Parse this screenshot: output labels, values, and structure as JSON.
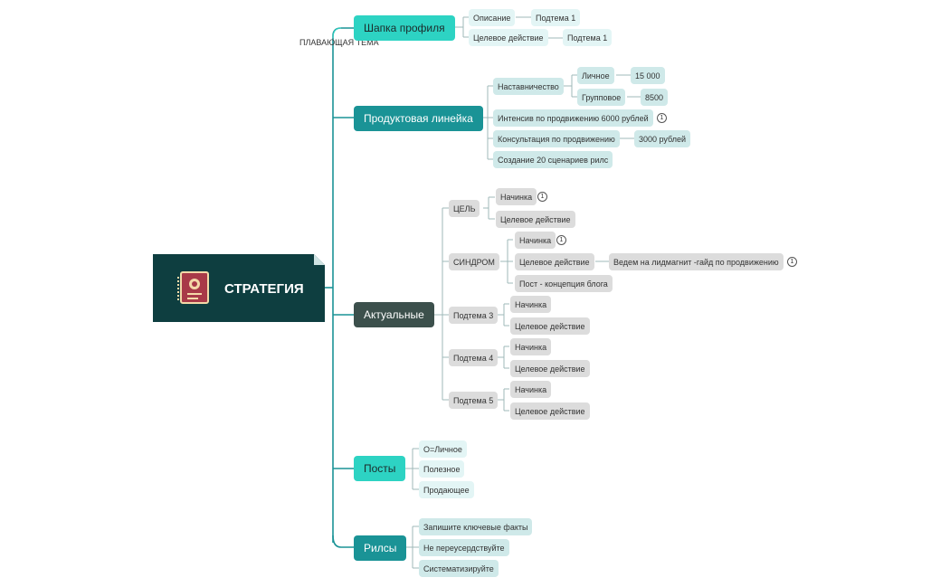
{
  "root": {
    "label": "СТРАТЕГИЯ",
    "icon": "contact-book-icon"
  },
  "floating_topic": "ПЛАВАЮЩАЯ ТЕМА",
  "colors": {
    "root": "#0e3e40",
    "teal": "#1a9396",
    "aqua": "#2dd3c3",
    "slate": "#3c504c",
    "line": "#1a9396"
  },
  "branches": {
    "profile": {
      "label": "Шапка профиля",
      "desc": "Описание",
      "desc_sub": "Подтема 1",
      "action": "Целевое действие",
      "action_sub": "Подтема 1"
    },
    "products": {
      "label": "Продуктовая линейка",
      "mentoring": "Наставничество",
      "personal": "Личное",
      "personal_price": "15 000",
      "group": "Групповое",
      "group_price": "8500",
      "intensive": "Интенсив по продвижению  6000 рублей",
      "consult": "Консультация по продвижению",
      "consult_price": "3000 рублей",
      "reels": "Создание 20   сценариев рилс"
    },
    "current": {
      "label": "Актуальные",
      "goal": "ЦЕЛЬ",
      "goal_start": "Начинка",
      "goal_action": "Целевое действие",
      "syndrome": "СИНДРОМ",
      "syn_start": "Начинка",
      "syn_action": "Целевое действие",
      "syn_action_sub": "Ведем на лидмагнит -гайд по продвижению",
      "syn_post": "Пост - концепция блога",
      "s3": "Подтема 3",
      "s3_start": "Начинка",
      "s3_action": "Целевое действие",
      "s4": "Подтема 4",
      "s4_start": "Начинка",
      "s4_action": "Целевое действие",
      "s5": "Подтема 5",
      "s5_start": "Начинка",
      "s5_action": "Целевое действие"
    },
    "posts": {
      "label": "Посты",
      "personal": "О=Личное",
      "useful": "Полезное",
      "selling": "Продающее"
    },
    "rils": {
      "label": "Рилсы",
      "facts": "Запишите ключевые факты",
      "no_overdo": "Не переусердствуйте",
      "systemize": "Систематизируйте"
    }
  },
  "note_marker": "1"
}
